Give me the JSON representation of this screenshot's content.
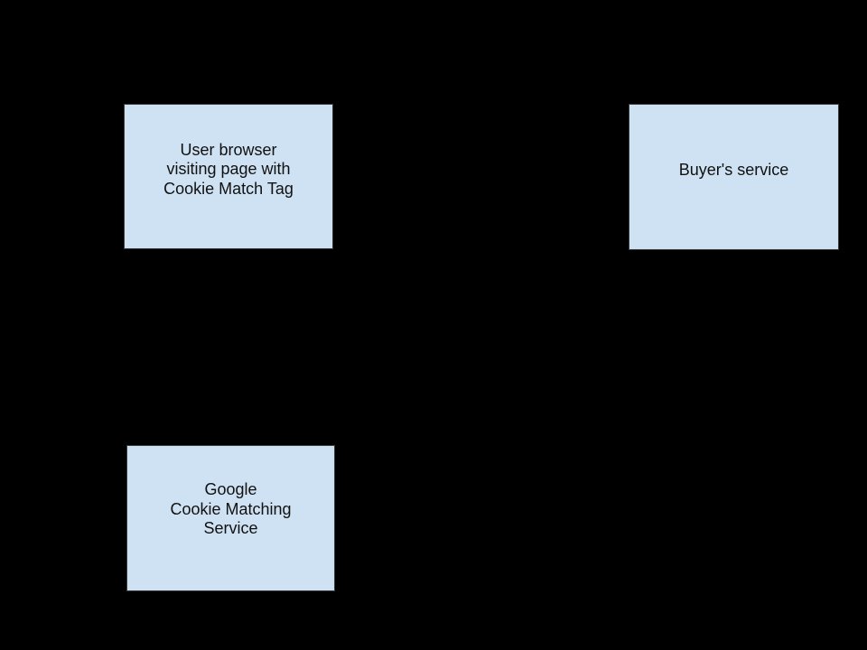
{
  "diagram": {
    "colors": {
      "background": "#000000",
      "node_fill": "#cfe2f3",
      "node_border": "#3c3c3c",
      "node_text": "#111111"
    },
    "nodes": {
      "user_browser": {
        "lines": [
          "User browser",
          "visiting page with",
          "Cookie Match Tag"
        ]
      },
      "buyers_service": {
        "lines": [
          "Buyer's service"
        ]
      },
      "google_cookie_matching": {
        "lines": [
          "Google",
          "Cookie Matching",
          "Service"
        ]
      }
    }
  }
}
